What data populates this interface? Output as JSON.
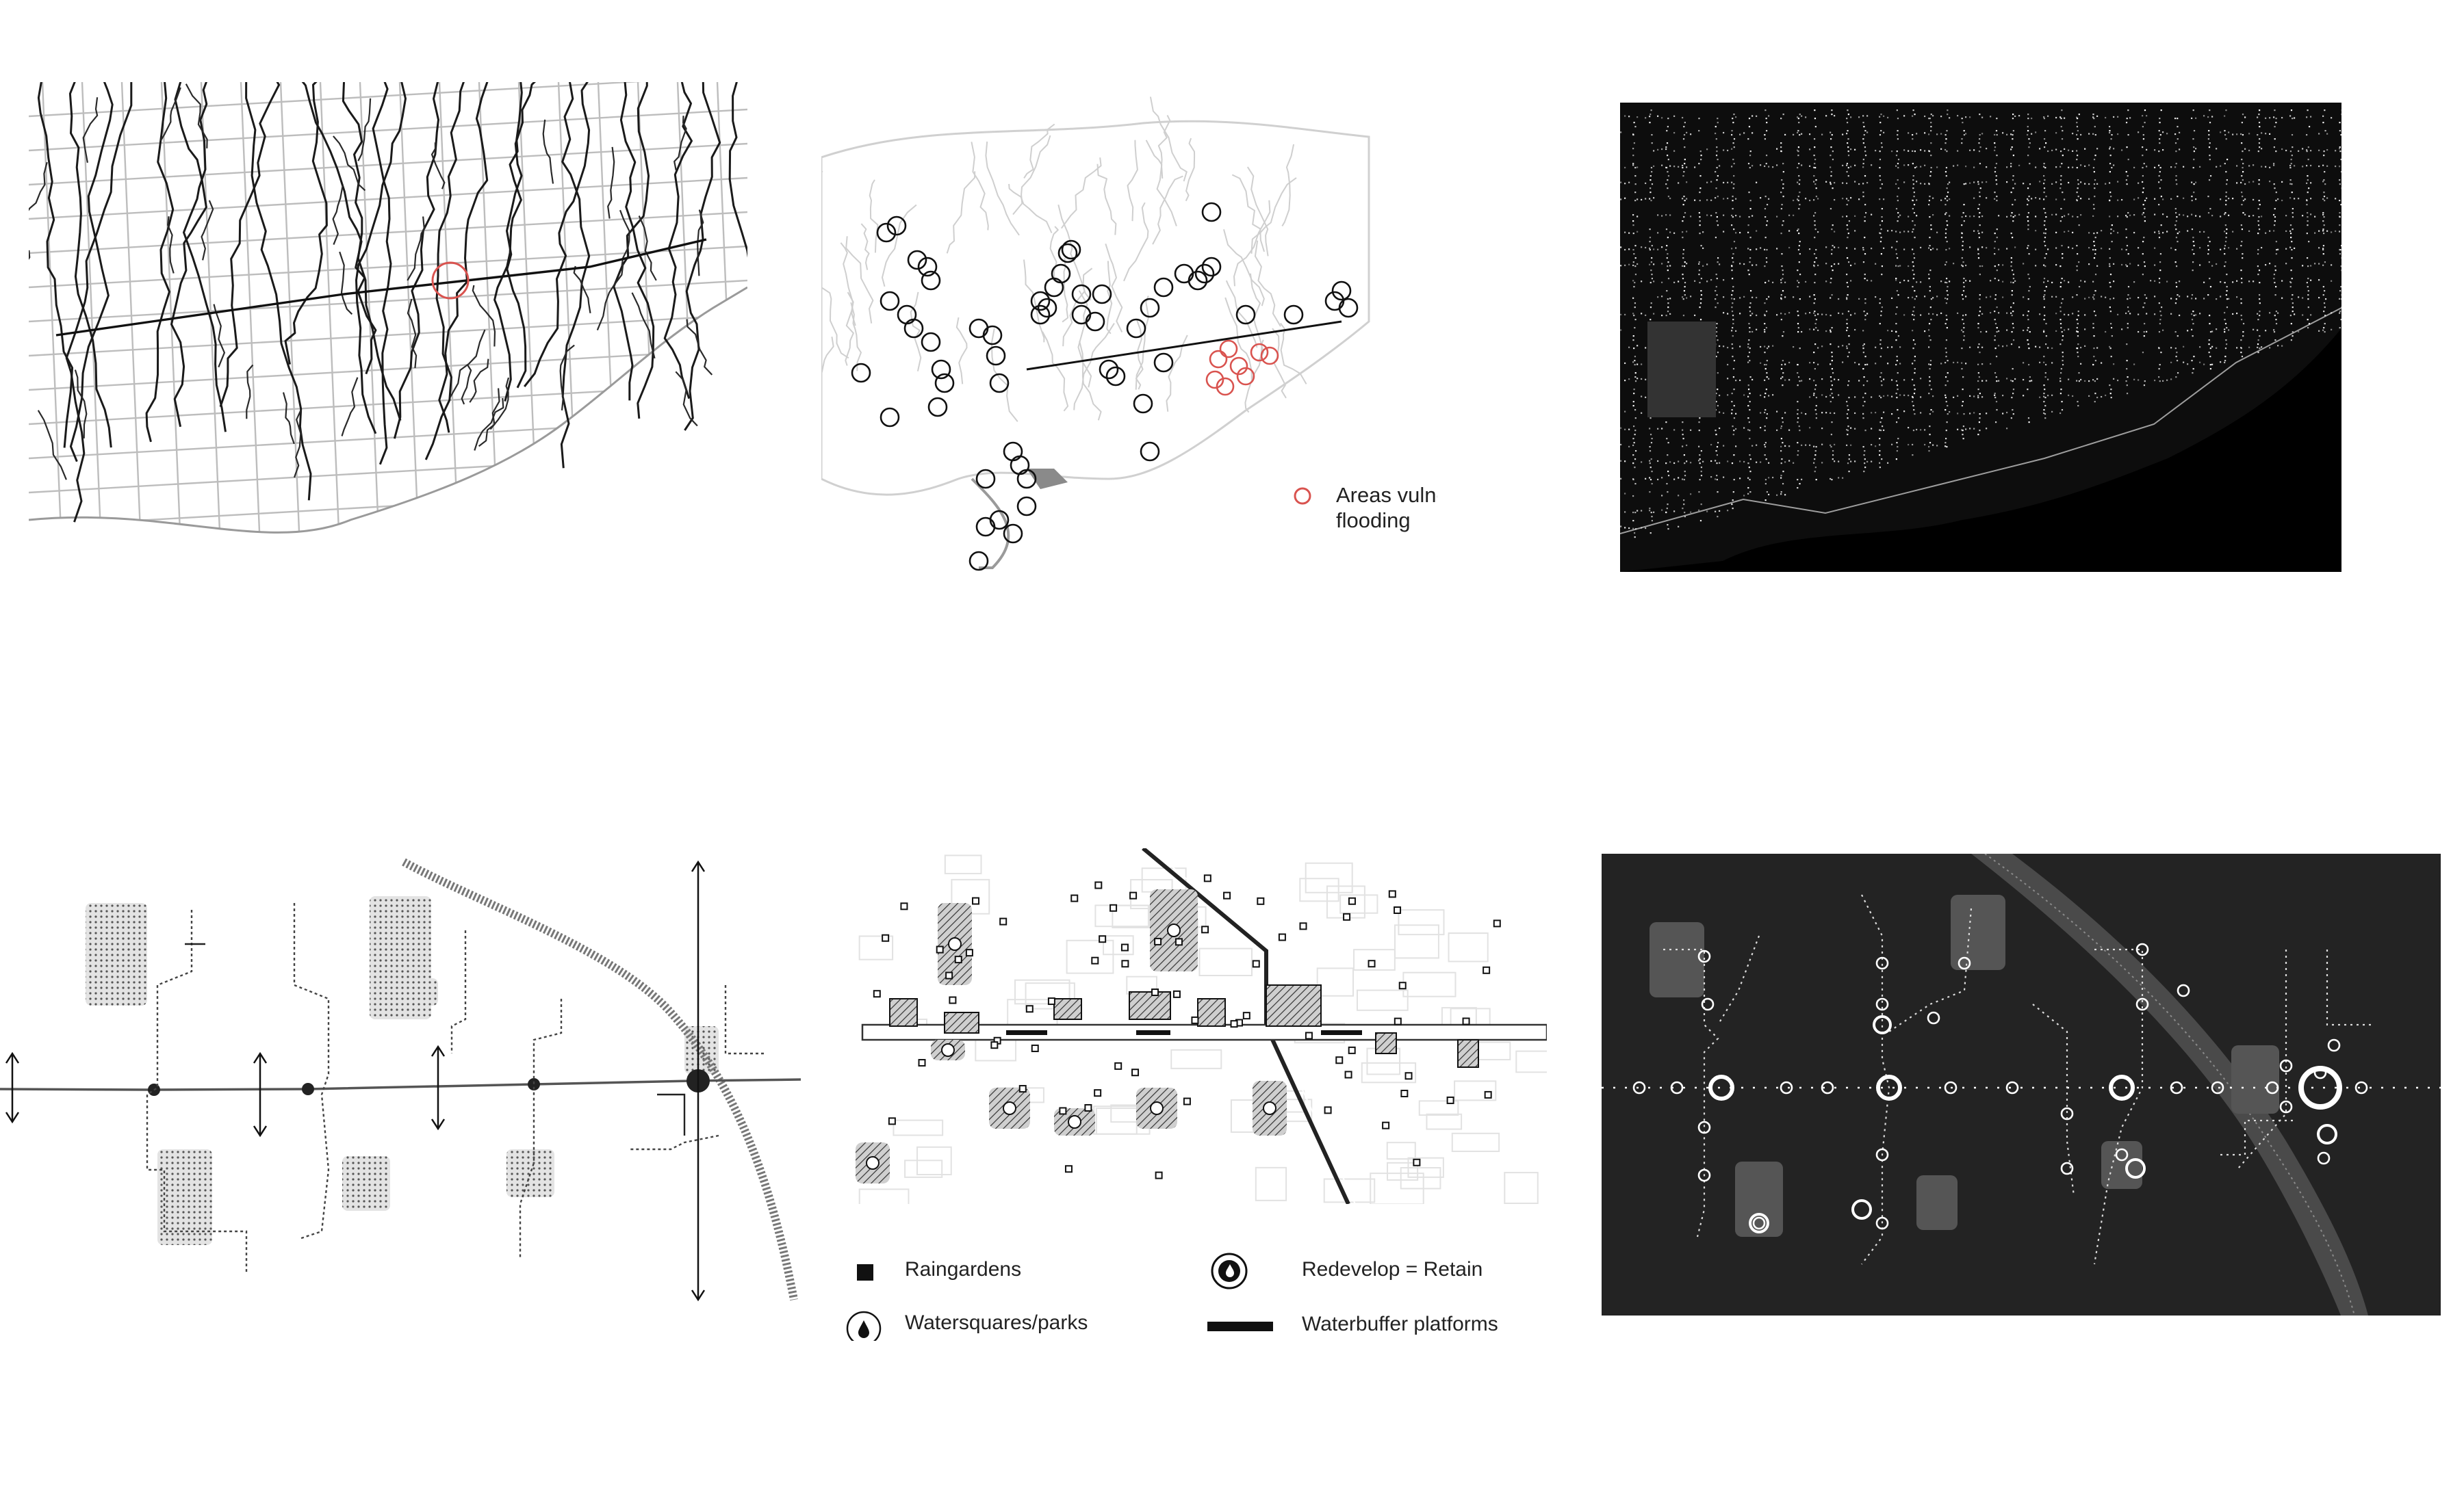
{
  "top_center_map": {
    "legend": {
      "flood_label": "Areas vulnerable to flooding"
    },
    "colors": {
      "flood_marker": "#d9534f",
      "site_marker": "#111111",
      "rivers": "#cfcfcf"
    }
  },
  "bottom_center_map": {
    "legend": {
      "raingardens": "Raingardens",
      "watersquares": "Watersquares/parks",
      "redevelop": "Redevelop = Retain",
      "waterbuffer": "Waterbuffer platforms"
    }
  },
  "colors": {
    "night_bg": "#000000",
    "dark_panel_bg": "#232323",
    "grid_gray": "#bdbdbd"
  }
}
